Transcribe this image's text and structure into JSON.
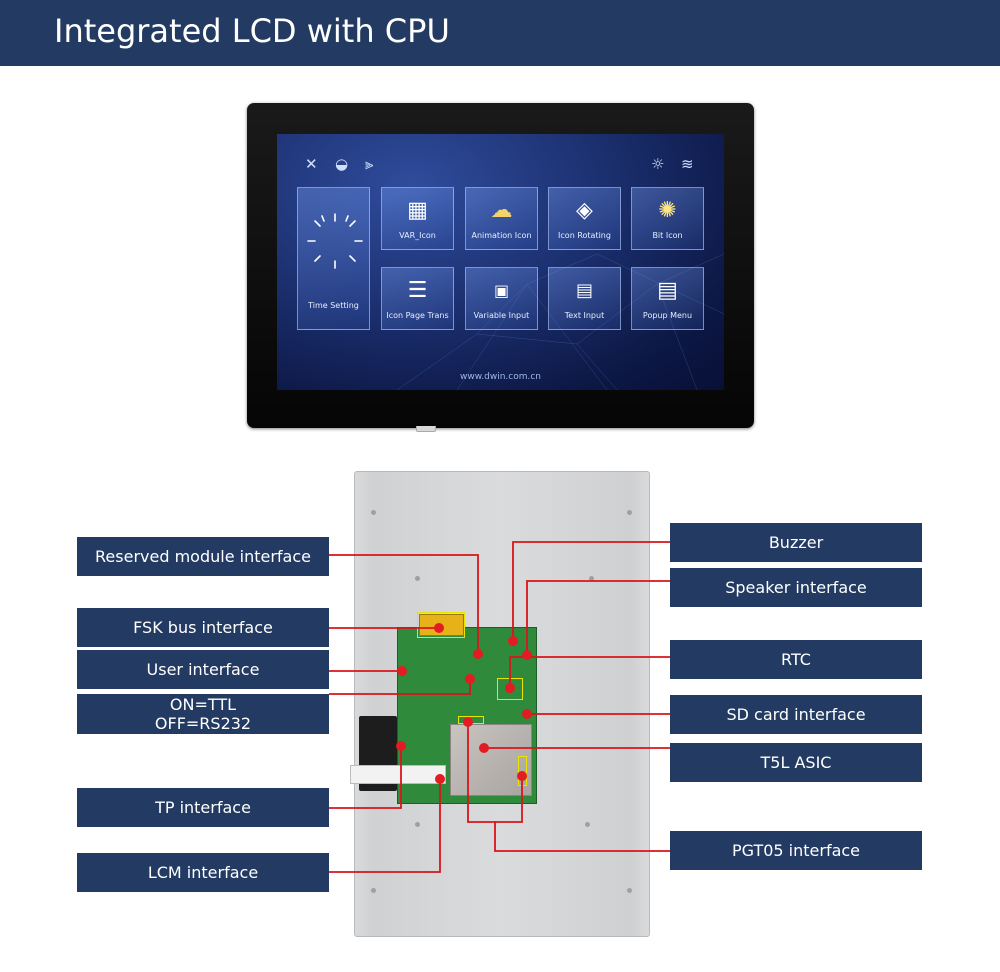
{
  "header": {
    "title": "Integrated LCD with CPU"
  },
  "screen": {
    "status_icons_left": [
      "wrench-icon",
      "camera-icon",
      "play-icon"
    ],
    "status_icons_right": [
      "brightness-icon",
      "wifi-icon"
    ],
    "tiles": {
      "time_setting": "Time Setting",
      "var_icon": "VAR_Icon",
      "animation_icon": "Animation Icon",
      "icon_rotating": "Icon Rotating",
      "bit_icon": "Bit Icon",
      "icon_page_trans": "Icon Page Trans",
      "variable_input": "Variable Input",
      "text_input": "Text Input",
      "popup_menu": "Popup Menu"
    },
    "url": "www.dwin.com.cn"
  },
  "callouts_left": {
    "reserved_module": "Reserved module interface",
    "fsk_bus": "FSK bus interface",
    "user_interface": "User interface",
    "on_off": "ON=TTL\nOFF=RS232",
    "tp_interface": "TP interface",
    "lcm_interface": "LCM interface"
  },
  "callouts_right": {
    "buzzer": "Buzzer",
    "speaker": "Speaker interface",
    "rtc": "RTC",
    "sd_card": "SD card interface",
    "t5l_asic": "T5L ASIC",
    "pgt05": "PGT05 interface"
  },
  "colors": {
    "header": "#233a63",
    "callout": "#233a63",
    "leader": "#d9141b"
  }
}
